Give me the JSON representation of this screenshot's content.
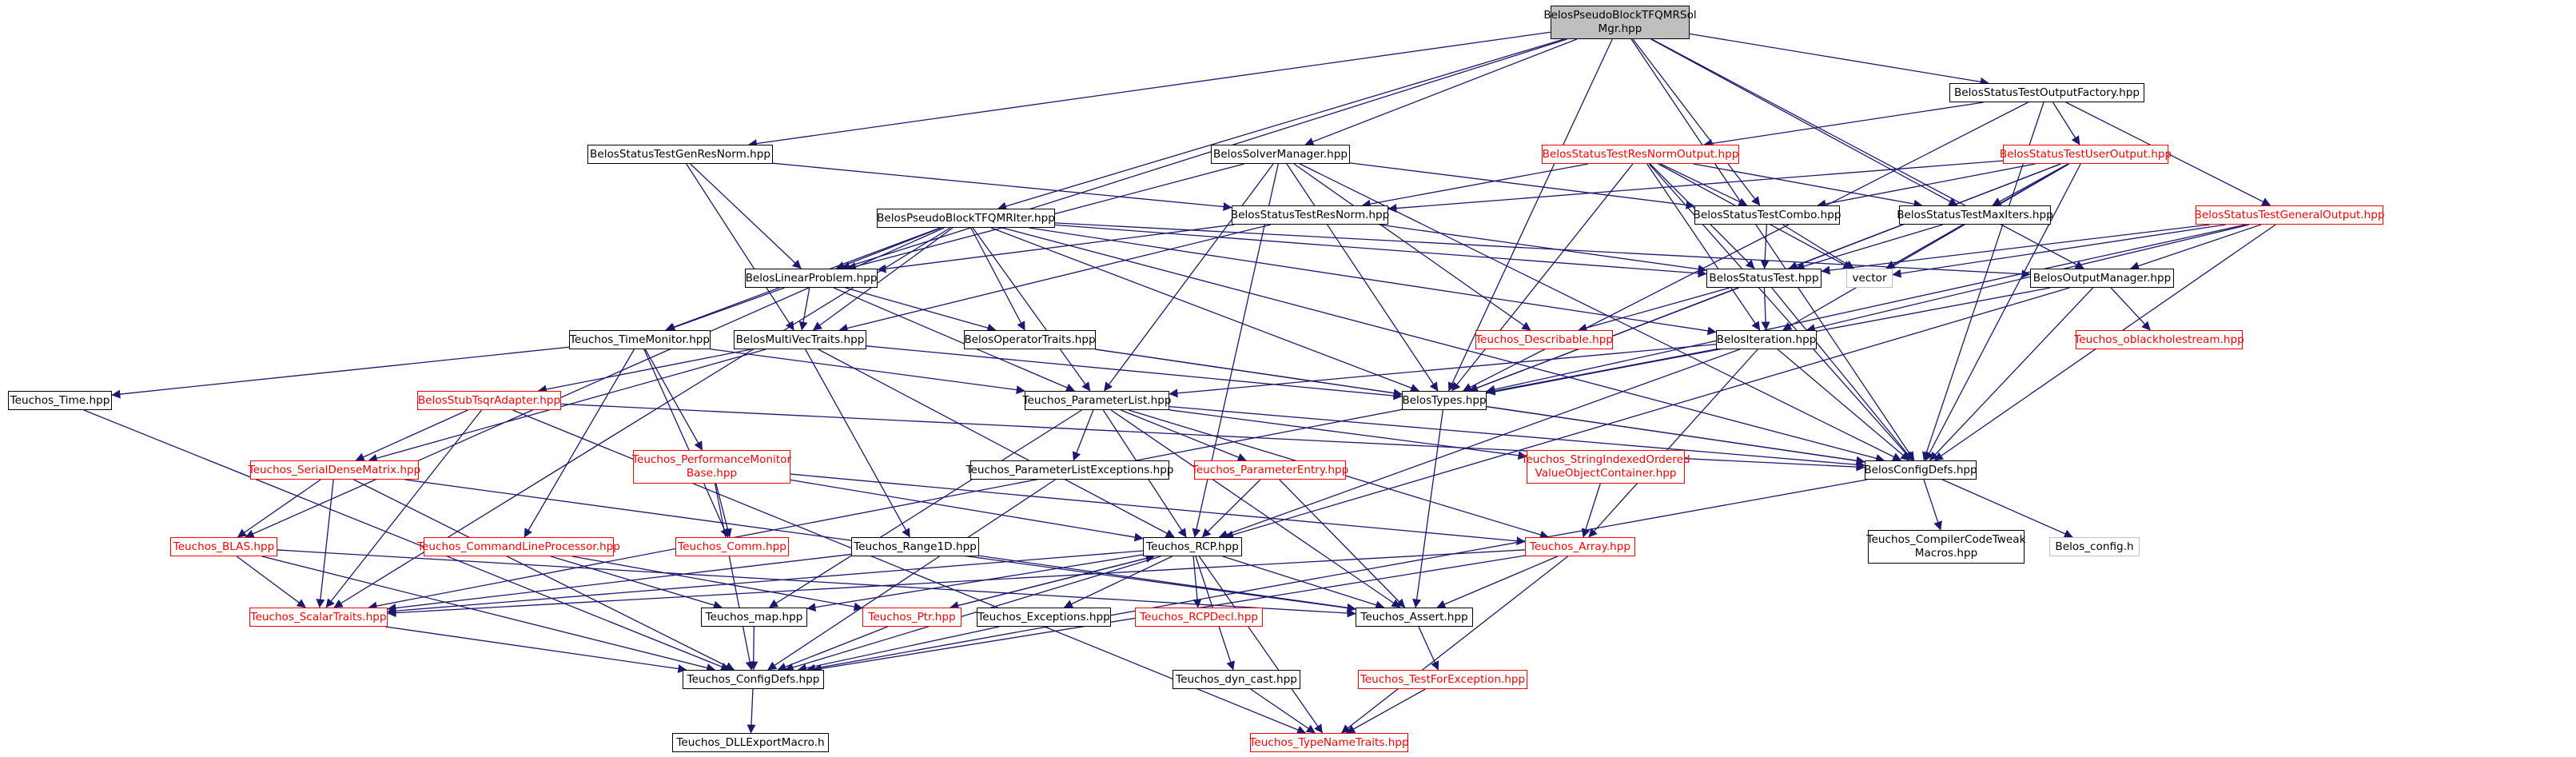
{
  "colors": {
    "edge": "#191970",
    "node_border": "#000000",
    "red_border": "#ff0000",
    "gray_border": "#bfbfbf",
    "root_fill": "#bfbfbf"
  },
  "nodes": {
    "n_root": {
      "label": "BelosPseudoBlockTFQMRSol\nMgr.hpp",
      "kind": "root"
    },
    "n_stoutfac": {
      "label": "BelosStatusTestOutputFactory.hpp",
      "kind": "black"
    },
    "n_genres": {
      "label": "BelosStatusTestGenResNorm.hpp",
      "kind": "black"
    },
    "n_solvermgr": {
      "label": "BelosSolverManager.hpp",
      "kind": "black"
    },
    "n_resnormout": {
      "label": "BelosStatusTestResNormOutput.hpp",
      "kind": "red"
    },
    "n_useroutput": {
      "label": "BelosStatusTestUserOutput.hpp",
      "kind": "red"
    },
    "n_tfqmriter": {
      "label": "BelosPseudoBlockTFQMRIter.hpp",
      "kind": "black"
    },
    "n_resnorm": {
      "label": "BelosStatusTestResNorm.hpp",
      "kind": "black"
    },
    "n_combo": {
      "label": "BelosStatusTestCombo.hpp",
      "kind": "black"
    },
    "n_maxiters": {
      "label": "BelosStatusTestMaxIters.hpp",
      "kind": "black"
    },
    "n_generaloutput": {
      "label": "BelosStatusTestGeneralOutput.hpp",
      "kind": "red"
    },
    "n_linprob": {
      "label": "BelosLinearProblem.hpp",
      "kind": "black"
    },
    "n_statustest": {
      "label": "BelosStatusTest.hpp",
      "kind": "black"
    },
    "n_vector": {
      "label": "vector",
      "kind": "gray"
    },
    "n_outmgr": {
      "label": "BelosOutputManager.hpp",
      "kind": "black"
    },
    "n_timemon": {
      "label": "Teuchos_TimeMonitor.hpp",
      "kind": "black"
    },
    "n_multivec": {
      "label": "BelosMultiVecTraits.hpp",
      "kind": "black"
    },
    "n_optraits": {
      "label": "BelosOperatorTraits.hpp",
      "kind": "black"
    },
    "n_describable": {
      "label": "Teuchos_Describable.hpp",
      "kind": "red"
    },
    "n_iteration": {
      "label": "BelosIteration.hpp",
      "kind": "black"
    },
    "n_oblack": {
      "label": "Teuchos_oblackholestream.hpp",
      "kind": "red"
    },
    "n_time": {
      "label": "Teuchos_Time.hpp",
      "kind": "black"
    },
    "n_stubtsqr": {
      "label": "BelosStubTsqrAdapter.hpp",
      "kind": "red"
    },
    "n_paramlist": {
      "label": "Teuchos_ParameterList.hpp",
      "kind": "black"
    },
    "n_belostypes": {
      "label": "BelosTypes.hpp",
      "kind": "black"
    },
    "n_sdm": {
      "label": "Teuchos_SerialDenseMatrix.hpp",
      "kind": "red"
    },
    "n_perfmon": {
      "label": "Teuchos_PerformanceMonitor\nBase.hpp",
      "kind": "red"
    },
    "n_plexc": {
      "label": "Teuchos_ParameterListExceptions.hpp",
      "kind": "black"
    },
    "n_pentry": {
      "label": "Teuchos_ParameterEntry.hpp",
      "kind": "red"
    },
    "n_sivoc": {
      "label": "Teuchos_StringIndexedOrdered\nValueObjectContainer.hpp",
      "kind": "red"
    },
    "n_configdefs": {
      "label": "BelosConfigDefs.hpp",
      "kind": "black"
    },
    "n_blas": {
      "label": "Teuchos_BLAS.hpp",
      "kind": "red"
    },
    "n_cmdline": {
      "label": "Teuchos_CommandLineProcessor.hpp",
      "kind": "red"
    },
    "n_comm": {
      "label": "Teuchos_Comm.hpp",
      "kind": "red"
    },
    "n_range1d": {
      "label": "Teuchos_Range1D.hpp",
      "kind": "black"
    },
    "n_rcp": {
      "label": "Teuchos_RCP.hpp",
      "kind": "black"
    },
    "n_array": {
      "label": "Teuchos_Array.hpp",
      "kind": "red"
    },
    "n_ccodetweak": {
      "label": "Teuchos_CompilerCodeTweak\nMacros.hpp",
      "kind": "black"
    },
    "n_belosconfigh": {
      "label": "Belos_config.h",
      "kind": "gray"
    },
    "n_scalartraits": {
      "label": "Teuchos_ScalarTraits.hpp",
      "kind": "red"
    },
    "n_map": {
      "label": "Teuchos_map.hpp",
      "kind": "black"
    },
    "n_ptr": {
      "label": "Teuchos_Ptr.hpp",
      "kind": "red"
    },
    "n_exceptions": {
      "label": "Teuchos_Exceptions.hpp",
      "kind": "black"
    },
    "n_rcpdecl": {
      "label": "Teuchos_RCPDecl.hpp",
      "kind": "red"
    },
    "n_assert": {
      "label": "Teuchos_Assert.hpp",
      "kind": "black"
    },
    "n_tconfigdefs": {
      "label": "Teuchos_ConfigDefs.hpp",
      "kind": "black"
    },
    "n_dyncast": {
      "label": "Teuchos_dyn_cast.hpp",
      "kind": "black"
    },
    "n_testforexc": {
      "label": "Teuchos_TestForException.hpp",
      "kind": "red"
    },
    "n_dllexport": {
      "label": "Teuchos_DLLExportMacro.h",
      "kind": "black"
    },
    "n_typename": {
      "label": "Teuchos_TypeNameTraits.hpp",
      "kind": "red"
    }
  },
  "edges": [
    [
      "n_root",
      "n_stoutfac"
    ],
    [
      "n_root",
      "n_genres"
    ],
    [
      "n_root",
      "n_solvermgr"
    ],
    [
      "n_root",
      "n_tfqmriter"
    ],
    [
      "n_root",
      "n_combo"
    ],
    [
      "n_root",
      "n_maxiters"
    ],
    [
      "n_root",
      "n_linprob"
    ],
    [
      "n_root",
      "n_outmgr"
    ],
    [
      "n_root",
      "n_belostypes"
    ],
    [
      "n_root",
      "n_configdefs"
    ],
    [
      "n_stoutfac",
      "n_resnormout"
    ],
    [
      "n_stoutfac",
      "n_useroutput"
    ],
    [
      "n_stoutfac",
      "n_generaloutput"
    ],
    [
      "n_stoutfac",
      "n_belostypes"
    ],
    [
      "n_stoutfac",
      "n_configdefs"
    ],
    [
      "n_genres",
      "n_resnorm"
    ],
    [
      "n_genres",
      "n_linprob"
    ],
    [
      "n_genres",
      "n_multivec"
    ],
    [
      "n_solvermgr",
      "n_linprob"
    ],
    [
      "n_solvermgr",
      "n_combo"
    ],
    [
      "n_solvermgr",
      "n_describable"
    ],
    [
      "n_solvermgr",
      "n_paramlist"
    ],
    [
      "n_solvermgr",
      "n_belostypes"
    ],
    [
      "n_solvermgr",
      "n_rcp"
    ],
    [
      "n_solvermgr",
      "n_configdefs"
    ],
    [
      "n_resnormout",
      "n_resnorm"
    ],
    [
      "n_resnormout",
      "n_combo"
    ],
    [
      "n_resnormout",
      "n_maxiters"
    ],
    [
      "n_resnormout",
      "n_statustest"
    ],
    [
      "n_resnormout",
      "n_vector"
    ],
    [
      "n_resnormout",
      "n_belostypes"
    ],
    [
      "n_resnormout",
      "n_iteration"
    ],
    [
      "n_resnormout",
      "n_configdefs"
    ],
    [
      "n_useroutput",
      "n_resnorm"
    ],
    [
      "n_useroutput",
      "n_combo"
    ],
    [
      "n_useroutput",
      "n_maxiters"
    ],
    [
      "n_useroutput",
      "n_statustest"
    ],
    [
      "n_useroutput",
      "n_vector"
    ],
    [
      "n_useroutput",
      "n_iteration"
    ],
    [
      "n_useroutput",
      "n_belostypes"
    ],
    [
      "n_useroutput",
      "n_configdefs"
    ],
    [
      "n_tfqmriter",
      "n_linprob"
    ],
    [
      "n_tfqmriter",
      "n_multivec"
    ],
    [
      "n_tfqmriter",
      "n_optraits"
    ],
    [
      "n_tfqmriter",
      "n_timemon"
    ],
    [
      "n_tfqmriter",
      "n_paramlist"
    ],
    [
      "n_tfqmriter",
      "n_belostypes"
    ],
    [
      "n_tfqmriter",
      "n_iteration"
    ],
    [
      "n_tfqmriter",
      "n_blas"
    ],
    [
      "n_tfqmriter",
      "n_scalartraits"
    ],
    [
      "n_tfqmriter",
      "n_outmgr"
    ],
    [
      "n_tfqmriter",
      "n_statustest"
    ],
    [
      "n_tfqmriter",
      "n_configdefs"
    ],
    [
      "n_resnorm",
      "n_statustest"
    ],
    [
      "n_resnorm",
      "n_multivec"
    ],
    [
      "n_resnorm",
      "n_linprob"
    ],
    [
      "n_combo",
      "n_statustest"
    ],
    [
      "n_combo",
      "n_vector"
    ],
    [
      "n_maxiters",
      "n_statustest"
    ],
    [
      "n_generaloutput",
      "n_statustest"
    ],
    [
      "n_generaloutput",
      "n_vector"
    ],
    [
      "n_generaloutput",
      "n_outmgr"
    ],
    [
      "n_generaloutput",
      "n_iteration"
    ],
    [
      "n_generaloutput",
      "n_belostypes"
    ],
    [
      "n_generaloutput",
      "n_configdefs"
    ],
    [
      "n_linprob",
      "n_multivec"
    ],
    [
      "n_linprob",
      "n_optraits"
    ],
    [
      "n_linprob",
      "n_timemon"
    ],
    [
      "n_linprob",
      "n_paramlist"
    ],
    [
      "n_statustest",
      "n_describable"
    ],
    [
      "n_statustest",
      "n_iteration"
    ],
    [
      "n_statustest",
      "n_belostypes"
    ],
    [
      "n_statustest",
      "n_configdefs"
    ],
    [
      "n_outmgr",
      "n_oblack"
    ],
    [
      "n_outmgr",
      "n_belostypes"
    ],
    [
      "n_outmgr",
      "n_configdefs"
    ],
    [
      "n_outmgr",
      "n_rcp"
    ],
    [
      "n_timemon",
      "n_time"
    ],
    [
      "n_timemon",
      "n_perfmon"
    ],
    [
      "n_timemon",
      "n_comm"
    ],
    [
      "n_timemon",
      "n_cmdline"
    ],
    [
      "n_timemon",
      "n_paramlist"
    ],
    [
      "n_multivec",
      "n_stubtsqr"
    ],
    [
      "n_multivec",
      "n_range1d"
    ],
    [
      "n_multivec",
      "n_belostypes"
    ],
    [
      "n_multivec",
      "n_sdm"
    ],
    [
      "n_multivec",
      "n_rcp"
    ],
    [
      "n_optraits",
      "n_belostypes"
    ],
    [
      "n_optraits",
      "n_configdefs"
    ],
    [
      "n_iteration",
      "n_paramlist"
    ],
    [
      "n_iteration",
      "n_belostypes"
    ],
    [
      "n_iteration",
      "n_configdefs"
    ],
    [
      "n_iteration",
      "n_rcp"
    ],
    [
      "n_iteration",
      "n_array"
    ],
    [
      "n_iteration",
      "n_scalartraits"
    ],
    [
      "n_time",
      "n_tconfigdefs"
    ],
    [
      "n_stubtsqr",
      "n_sdm"
    ],
    [
      "n_stubtsqr",
      "n_scalartraits"
    ],
    [
      "n_stubtsqr",
      "n_configdefs"
    ],
    [
      "n_stubtsqr",
      "n_typename"
    ],
    [
      "n_paramlist",
      "n_plexc"
    ],
    [
      "n_paramlist",
      "n_pentry"
    ],
    [
      "n_paramlist",
      "n_sivoc"
    ],
    [
      "n_paramlist",
      "n_rcp"
    ],
    [
      "n_paramlist",
      "n_map"
    ],
    [
      "n_paramlist",
      "n_assert"
    ],
    [
      "n_paramlist",
      "n_array"
    ],
    [
      "n_paramlist",
      "n_configdefs"
    ],
    [
      "n_belostypes",
      "n_configdefs"
    ],
    [
      "n_belostypes",
      "n_assert"
    ],
    [
      "n_sdm",
      "n_blas"
    ],
    [
      "n_sdm",
      "n_scalartraits"
    ],
    [
      "n_sdm",
      "n_tconfigdefs"
    ],
    [
      "n_sdm",
      "n_assert"
    ],
    [
      "n_perfmon",
      "n_comm"
    ],
    [
      "n_perfmon",
      "n_rcp"
    ],
    [
      "n_perfmon",
      "n_array"
    ],
    [
      "n_perfmon",
      "n_tconfigdefs"
    ],
    [
      "n_plexc",
      "n_tconfigdefs"
    ],
    [
      "n_pentry",
      "n_rcp"
    ],
    [
      "n_pentry",
      "n_assert"
    ],
    [
      "n_sivoc",
      "n_array"
    ],
    [
      "n_configdefs",
      "n_ccodetweak"
    ],
    [
      "n_configdefs",
      "n_belosconfigh"
    ],
    [
      "n_configdefs",
      "n_tconfigdefs"
    ],
    [
      "n_blas",
      "n_scalartraits"
    ],
    [
      "n_blas",
      "n_tconfigdefs"
    ],
    [
      "n_blas",
      "n_assert"
    ],
    [
      "n_cmdline",
      "n_ptr"
    ],
    [
      "n_cmdline",
      "n_map"
    ],
    [
      "n_range1d",
      "n_assert"
    ],
    [
      "n_range1d",
      "n_scalartraits"
    ],
    [
      "n_rcp",
      "n_ptr"
    ],
    [
      "n_rcp",
      "n_rcpdecl"
    ],
    [
      "n_rcp",
      "n_exceptions"
    ],
    [
      "n_rcp",
      "n_map"
    ],
    [
      "n_rcp",
      "n_assert"
    ],
    [
      "n_rcp",
      "n_dyncast"
    ],
    [
      "n_rcp",
      "n_typename"
    ],
    [
      "n_rcp",
      "n_scalartraits"
    ],
    [
      "n_rcp",
      "n_tconfigdefs"
    ],
    [
      "n_array",
      "n_assert"
    ],
    [
      "n_array",
      "n_tconfigdefs"
    ],
    [
      "n_array",
      "n_typename"
    ],
    [
      "n_array",
      "n_scalartraits"
    ],
    [
      "n_scalartraits",
      "n_tconfigdefs"
    ],
    [
      "n_map",
      "n_tconfigdefs"
    ],
    [
      "n_ptr",
      "n_rcp"
    ],
    [
      "n_ptr",
      "n_tconfigdefs"
    ],
    [
      "n_exceptions",
      "n_tconfigdefs"
    ],
    [
      "n_assert",
      "n_testforexc"
    ],
    [
      "n_tconfigdefs",
      "n_dllexport"
    ],
    [
      "n_dyncast",
      "n_typename"
    ],
    [
      "n_testforexc",
      "n_typename"
    ]
  ]
}
